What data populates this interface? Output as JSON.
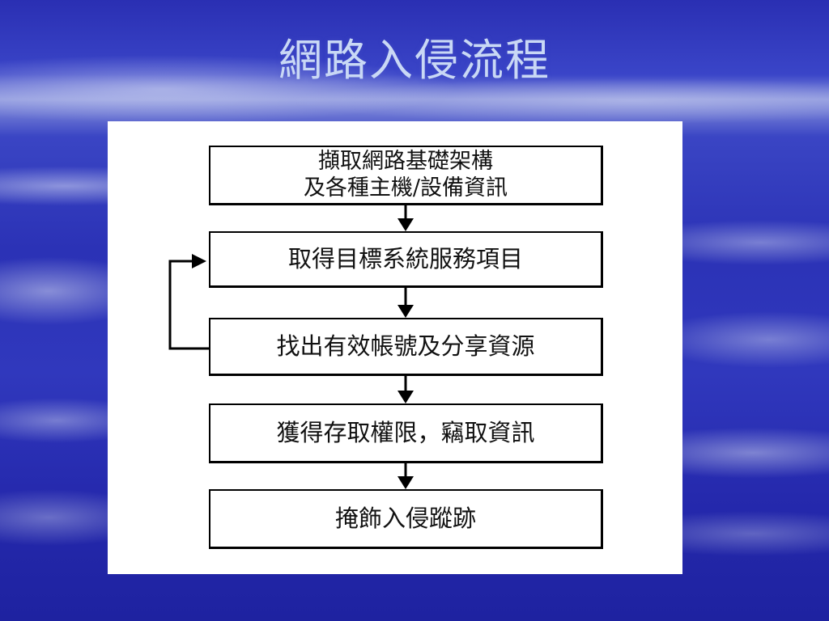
{
  "slide": {
    "title": "網路入侵流程"
  },
  "flowchart": {
    "steps": [
      {
        "lines": [
          "擷取網路基礎架構",
          "及各種主機/設備資訊"
        ]
      },
      {
        "lines": [
          "取得目標系統服務項目"
        ]
      },
      {
        "lines": [
          "找出有效帳號及分享資源"
        ]
      },
      {
        "lines": [
          "獲得存取權限，竊取資訊"
        ]
      },
      {
        "lines": [
          "掩飾入侵蹤跡"
        ]
      }
    ],
    "loop": {
      "from_step": 3,
      "to_step": 2
    }
  }
}
